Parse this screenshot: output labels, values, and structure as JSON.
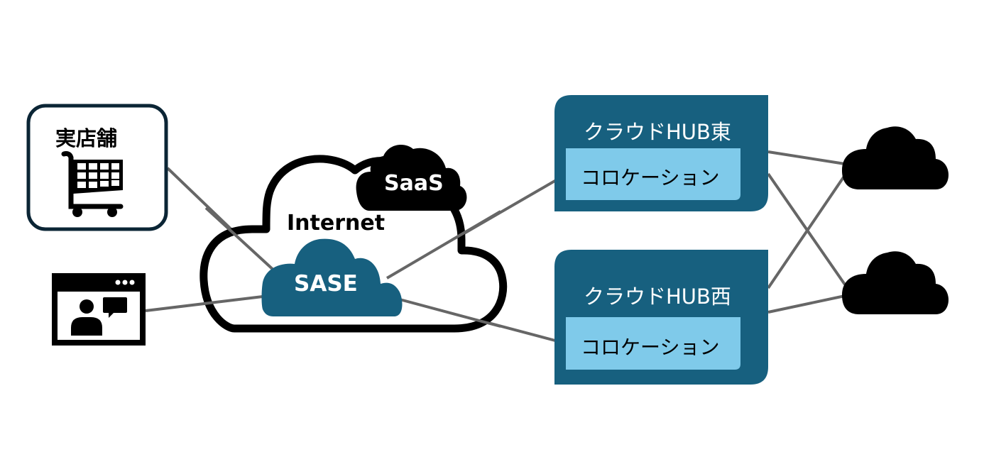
{
  "diagram": {
    "nodes": {
      "store": {
        "label": "実店舗",
        "icon": "shopping-cart-icon"
      },
      "remote_user": {
        "icon": "video-conference-window-icon"
      },
      "internet": {
        "label": "Internet"
      },
      "saas": {
        "label": "SaaS"
      },
      "sase": {
        "label": "SASE"
      },
      "hub_east": {
        "title": "クラウドHUB東",
        "inner_label": "コロケーション"
      },
      "hub_west": {
        "title": "クラウドHUB西",
        "inner_label": "コロケーション"
      },
      "cloud_a": {
        "icon": "cloud-icon"
      },
      "cloud_b": {
        "icon": "cloud-icon"
      }
    },
    "edges": [
      {
        "from": "store",
        "to": "sase"
      },
      {
        "from": "remote_user",
        "to": "sase"
      },
      {
        "from": "sase",
        "to": "hub_east"
      },
      {
        "from": "sase",
        "to": "hub_west"
      },
      {
        "from": "hub_east",
        "to": "cloud_a"
      },
      {
        "from": "hub_east",
        "to": "cloud_b"
      },
      {
        "from": "hub_west",
        "to": "cloud_a"
      },
      {
        "from": "hub_west",
        "to": "cloud_b"
      }
    ],
    "colors": {
      "hub_fill": "#17607f",
      "colo_fill": "#7fcaea",
      "sase_fill": "#17607f",
      "store_border": "#0b2535",
      "edge": "#666666"
    }
  }
}
